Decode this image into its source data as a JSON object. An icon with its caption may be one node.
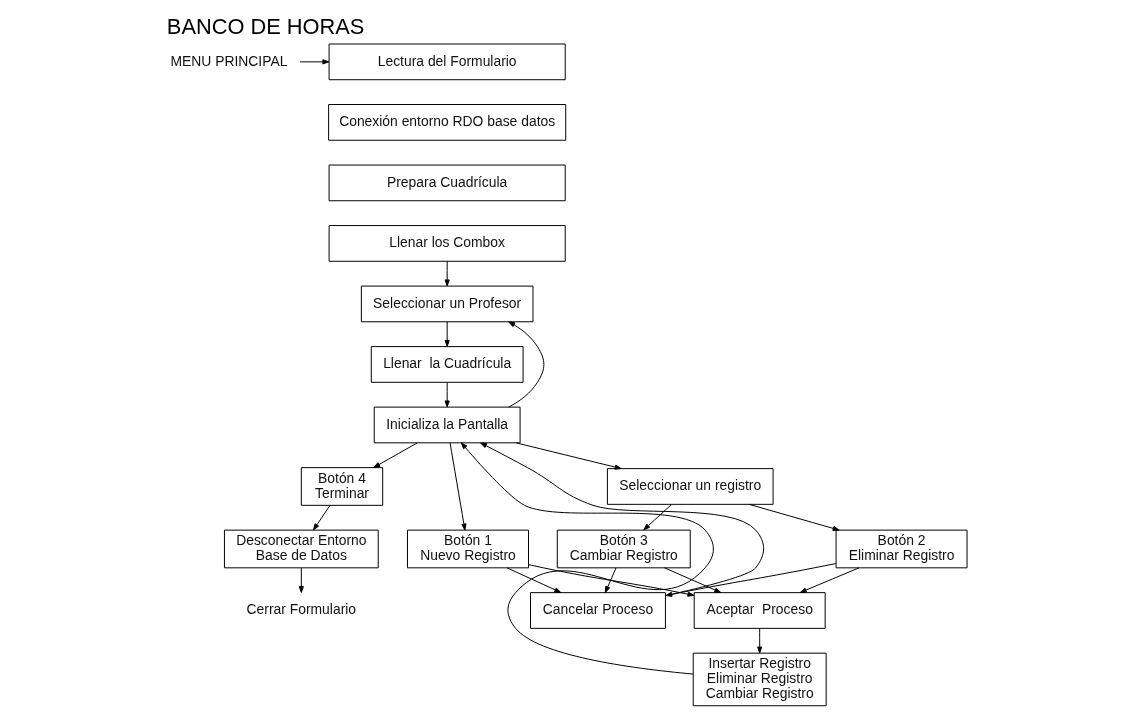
{
  "diagram": {
    "title": "BANCO DE HORAS",
    "nodes": [
      {
        "text": [
          "MENU PRINCIPAL"
        ]
      },
      {
        "text": [
          "Lectura del Formulario"
        ]
      },
      {
        "text": [
          "Conexión entorno RDO base datos"
        ]
      },
      {
        "text": [
          "Prepara Cuadrícula"
        ]
      },
      {
        "text": [
          "Llenar los Combox"
        ]
      },
      {
        "text": [
          "Seleccionar un Profesor"
        ]
      },
      {
        "text": [
          "Llenar  la Cuadrícula"
        ]
      },
      {
        "text": [
          "Inicializa la Pantalla"
        ]
      },
      {
        "text": [
          "Seleccionar un registro"
        ]
      },
      {
        "text": [
          "Botón 1 Nuevo Registro"
        ]
      },
      {
        "text": [
          "Botón 2 Eliminar Registro"
        ]
      },
      {
        "text": [
          "Botón 3 Cambiar Registro"
        ]
      },
      {
        "text": [
          "Botón 4 Terminar"
        ]
      },
      {
        "text": [
          "Aceptar  Proceso"
        ]
      },
      {
        "text": [
          "Cancelar Proceso"
        ]
      },
      {
        "text": [
          "Desconectar Entorno Base de Datos"
        ]
      },
      {
        "text": [
          "Insertar Registro Eliminar Registro Cambiar Registro"
        ]
      },
      {
        "text": [
          "Cerrar Formulario"
        ]
      }
    ],
    "edges": [
      {
        "from": 0,
        "to": 1,
        "arrow": "to"
      },
      {
        "from": 4,
        "to": 5,
        "arrow": "to"
      },
      {
        "from": 5,
        "to": 6,
        "arrow": "to"
      },
      {
        "from": 6,
        "to": 7,
        "arrow": "to"
      },
      {
        "from": 7,
        "to": 9,
        "arrow": "to"
      },
      {
        "from": 7,
        "to": 8,
        "arrow": "to"
      },
      {
        "from": 7,
        "to": 12,
        "arrow": "to"
      },
      {
        "from": 7,
        "to": 5,
        "arrow": "to"
      },
      {
        "from": 8,
        "to": 10,
        "arrow": "to"
      },
      {
        "from": 8,
        "to": 11,
        "arrow": "to"
      },
      {
        "from": 9,
        "to": 13,
        "arrow": "to"
      },
      {
        "from": 9,
        "to": 14,
        "arrow": "to"
      },
      {
        "from": 10,
        "to": 13,
        "arrow": "to"
      },
      {
        "from": 10,
        "to": 14,
        "arrow": "to"
      },
      {
        "from": 11,
        "to": 13,
        "arrow": "to"
      },
      {
        "from": 11,
        "to": 14,
        "arrow": "to"
      },
      {
        "from": 13,
        "to": 16,
        "arrow": "to"
      },
      {
        "from": 16,
        "to": 7,
        "arrow": "to"
      },
      {
        "from": 14,
        "to": 7,
        "arrow": "to"
      },
      {
        "from": 12,
        "to": 15,
        "arrow": "to"
      },
      {
        "from": 15,
        "to": 17,
        "arrow": "to"
      }
    ]
  }
}
